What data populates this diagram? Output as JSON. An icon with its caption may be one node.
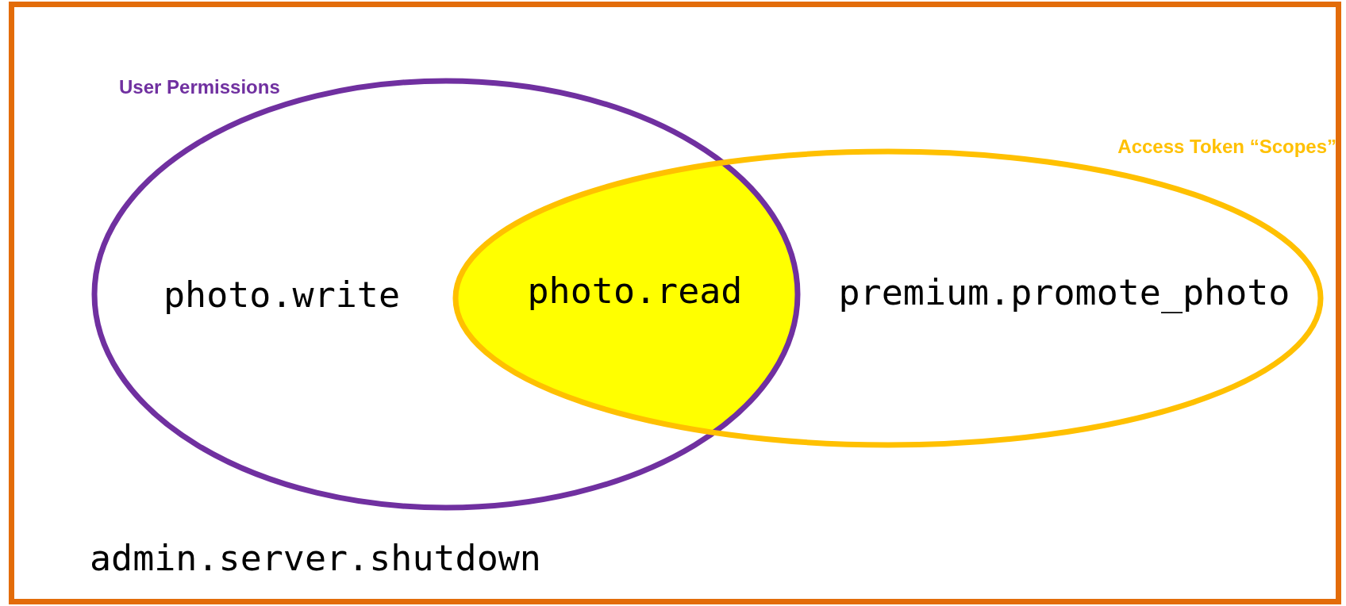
{
  "diagram": {
    "nodes": [
      {
        "text": [
          "admin.server.shutdown"
        ]
      },
      {
        "text": [
          "User Permissions",
          "photo.write"
        ],
        "in": 0
      },
      {
        "text": [
          "Access Token “Scopes”",
          "premium.promote_photo"
        ],
        "in": 0
      },
      {
        "text": [
          "photo.read"
        ],
        "in": 0
      }
    ]
  }
}
